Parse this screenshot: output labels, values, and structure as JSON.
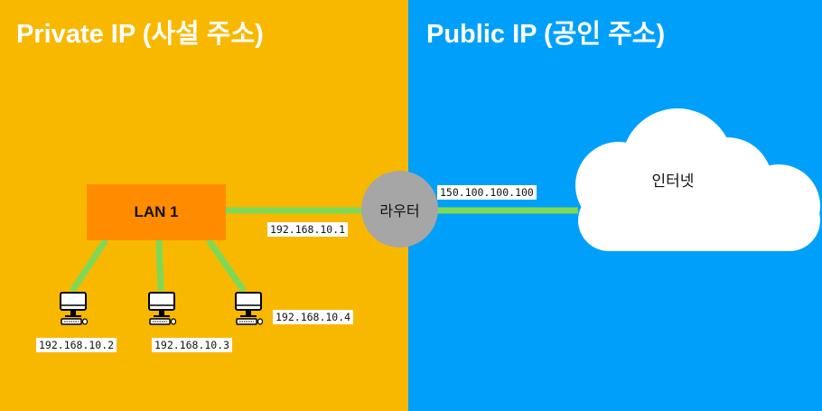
{
  "panels": {
    "private_title": "Private IP (사설 주소)",
    "public_title": "Public IP (공인 주소)"
  },
  "nodes": {
    "lan": "LAN 1",
    "router": "라우터",
    "internet": "인터넷"
  },
  "addresses": {
    "router_private": "192.168.10.1",
    "router_public": "150.100.100.100",
    "pc1": "192.168.10.2",
    "pc2": "192.168.10.3",
    "pc3": "192.168.10.4"
  },
  "colors": {
    "private_bg": "#F8B800",
    "public_bg": "#00A0FA",
    "lan_box": "#FF8C00",
    "router": "#A6A6A6",
    "link": "#7ED957"
  },
  "icons": [
    "desktop-computer-icon",
    "cloud-icon"
  ]
}
